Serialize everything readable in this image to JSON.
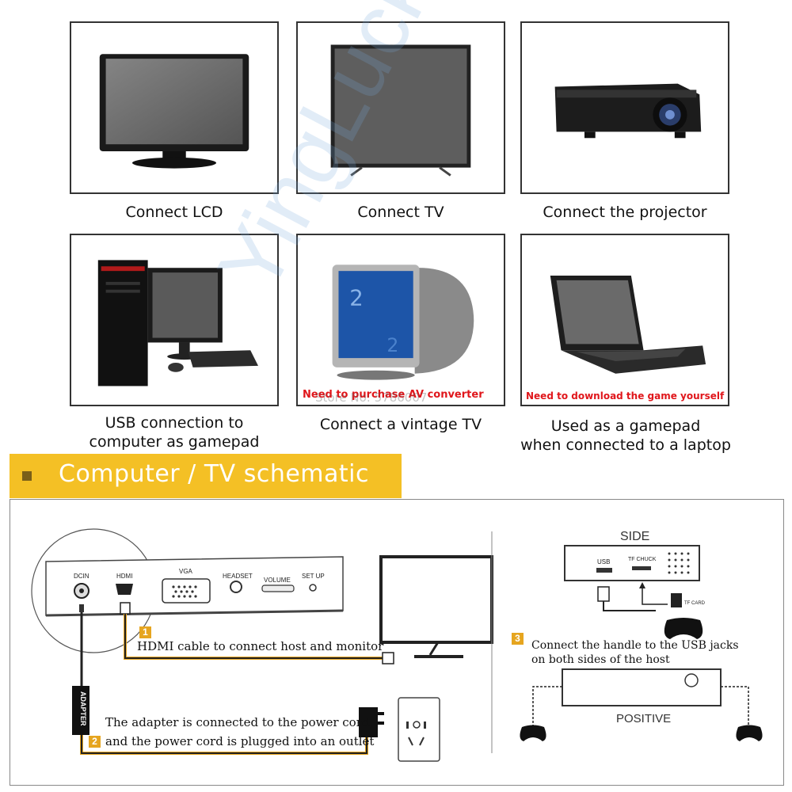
{
  "cards": [
    {
      "caption": "Connect LCD",
      "icon": "lcd-monitor-icon"
    },
    {
      "caption": "Connect TV",
      "icon": "tv-icon"
    },
    {
      "caption": "Connect the projector",
      "icon": "projector-icon"
    },
    {
      "caption": "USB connection to computer as gamepad",
      "caption_lines": [
        "USB connection to",
        "computer as gamepad"
      ],
      "icon": "desktop-computer-icon"
    },
    {
      "caption": "Connect a vintage TV",
      "icon": "crt-tv-icon",
      "note": "Need to purchase AV converter",
      "overlay_text": "Store No: 5786007"
    },
    {
      "caption_lines": [
        "Used as a gamepad",
        "when connected to a laptop"
      ],
      "icon": "laptop-icon",
      "note": "Need to download the game yourself"
    }
  ],
  "banner": {
    "title": "Computer / TV schematic",
    "color": "#f4c025"
  },
  "watermark": "YingLucky",
  "schematic": {
    "ports": {
      "dcin": "DCIN",
      "hdmi": "HDMI",
      "vga": "VGA",
      "headset": "HEADSET",
      "volume": "VOLUME",
      "setup": "SET UP"
    },
    "adapter_label": "ADAPTER",
    "steps": [
      {
        "num": "1",
        "text": "HDMI cable to connect host and monitor"
      },
      {
        "num": "2",
        "text_lines": [
          "The adapter is connected to the power cord,",
          "and the power cord is plugged into an outlet"
        ]
      },
      {
        "num": "3",
        "text_lines": [
          "Connect the handle to the USB jacks",
          "on both sides of the host"
        ]
      }
    ],
    "side": {
      "header": "SIDE",
      "usb": "USB",
      "tf": "TF CHUCK",
      "card_label": "TF CARD"
    },
    "positive_label": "POSITIVE",
    "accent": "#e6a51f"
  }
}
